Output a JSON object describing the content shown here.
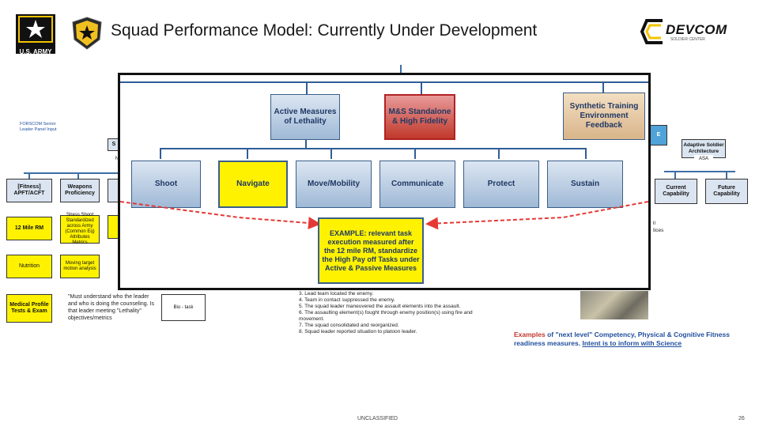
{
  "title": "Squad Performance Model: Currently Under Development",
  "logos": {
    "army": "U.S. ARMY",
    "devcom_main": "DEVCOM",
    "devcom_sub": "SOLDIER CENTER"
  },
  "background": {
    "forscom": "FORSCOM Senior Leader Panel Input",
    "s_partial": "S",
    "n_partial": "N",
    "fitness": "[Fitness] APFT/ACFT",
    "weapons": "Weapons Proficiency",
    "rm12": "12 Mile RM",
    "stress_shoot": "Stress Shoot Standardized across Army (Common Eq) Attributes Metrics",
    "nutrition": "Nutrition",
    "moving_target": "Moving target motion analysis",
    "medical": "Medical Profile Tests & Exam",
    "must_understand": "\"Must understand who the leader and who is doing the counseling. Is that leader meeting \"Lethality\" objectives/metrics",
    "task_partial": "Bio - task",
    "re_partial": "E",
    "adaptive": "Adaptive Soldier Architecture",
    "asa": "ASA",
    "current": "Current Capability",
    "future": "Future Capability",
    "right_partial1": "ll",
    "right_partial2": "tices",
    "steps": [
      "3. Lead team located the enemy.",
      "4. Team in contact suppressed the enemy.",
      "5. The squad leader maneuvered the assault elements into the assault.",
      "6. The assaulting element(s) fought through enemy position(s) using fire and movement.",
      "7. The squad consolidated and reorganized.",
      "8. Squad leader reported situation to platoon leader."
    ],
    "examples_prefix": "Examples",
    "examples_rest": " of \"next level\" Competency, Physical & Cognitive Fitness readiness measures. ",
    "examples_link": "Intent is to inform with Science"
  },
  "overlay": {
    "top_boxes": [
      "Active Measures of Lethality",
      "M&S Standalone & High Fidelity",
      "Synthetic Training Environment Feedback"
    ],
    "tasks": [
      "Shoot",
      "Navigate",
      "Move/Mobility",
      "Communicate",
      "Protect",
      "Sustain"
    ],
    "example": "EXAMPLE: relevant task execution measured after the 12 mile RM, standardize the High Pay off Tasks under Active & Passive Measures"
  },
  "footer": {
    "classification": "UNCLASSIFIED",
    "page": "26"
  },
  "colors": {
    "accent_blue": "#2f5e97",
    "highlight_yellow": "#fff200",
    "example_red": "#e53935",
    "link_blue": "#1f4e9c"
  }
}
